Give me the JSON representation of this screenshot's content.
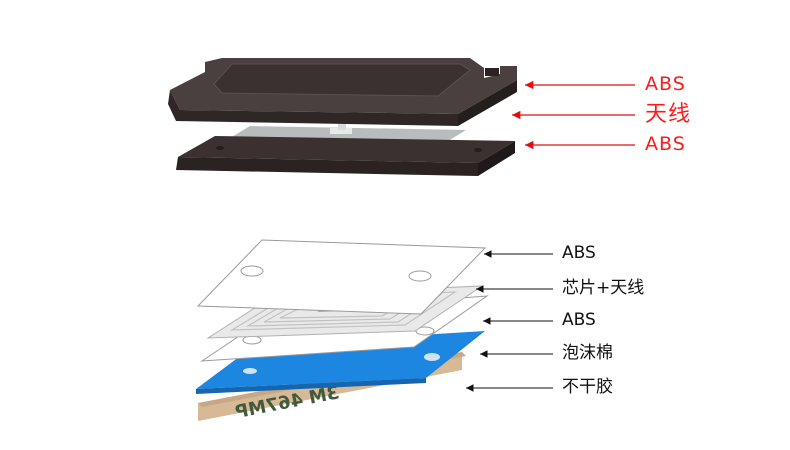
{
  "top_assembly": {
    "labels": [
      "ABS",
      "天线",
      "ABS"
    ],
    "arrow_color": "#e01010",
    "label_color": "#ff1a1a",
    "casing_color": "#3d3433",
    "antenna_color": "#b9bcbd"
  },
  "bottom_assembly": {
    "labels": [
      "ABS",
      "芯片+天线",
      "ABS",
      "泡沫棉",
      "不干胶"
    ],
    "arrow_color": "#111111",
    "foam_color": "#1d86e0",
    "adhesive_color": "#d7b995",
    "adhesive_print": "3M 467MP"
  }
}
